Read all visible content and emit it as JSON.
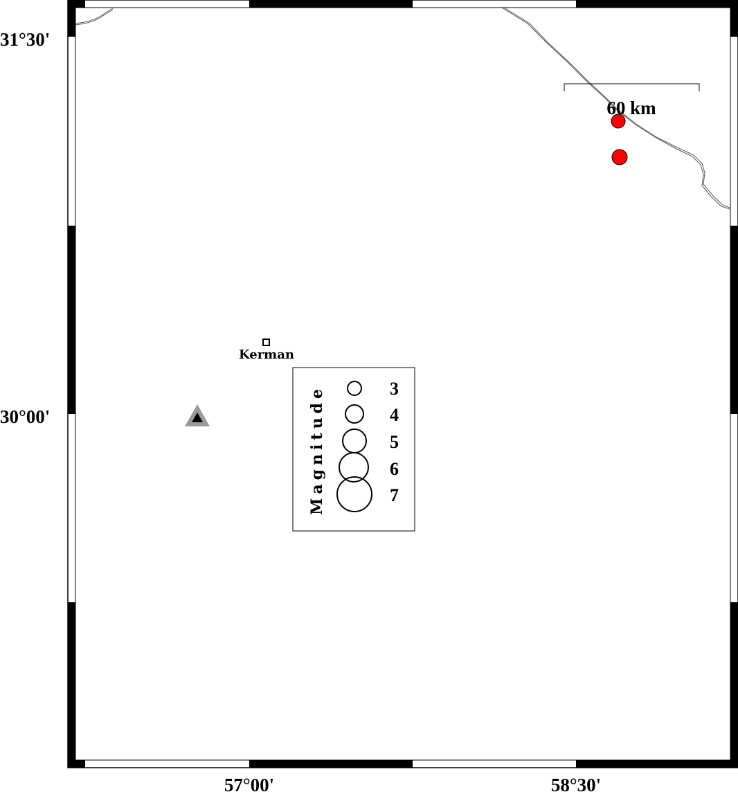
{
  "map": {
    "lon_labels": [
      "57°00'",
      "58°30'"
    ],
    "lat_labels": [
      "31°30'",
      "30°00'"
    ],
    "colors": {
      "event_fill": "#ff0000",
      "station_outer": "#9a9a9a",
      "station_inner": "#000000",
      "coastline": "#555555",
      "frame": "#000000"
    }
  },
  "scale_bar": {
    "label": "60 km"
  },
  "city": {
    "name": "Kerman"
  },
  "station": {
    "symbol": "triangle-icon"
  },
  "events": [
    {
      "id": "event-1",
      "symbol": "circle"
    },
    {
      "id": "event-2",
      "symbol": "circle"
    }
  ],
  "legend": {
    "title": "Magnitude",
    "magnitudes": [
      "3",
      "4",
      "5",
      "6",
      "7"
    ]
  }
}
